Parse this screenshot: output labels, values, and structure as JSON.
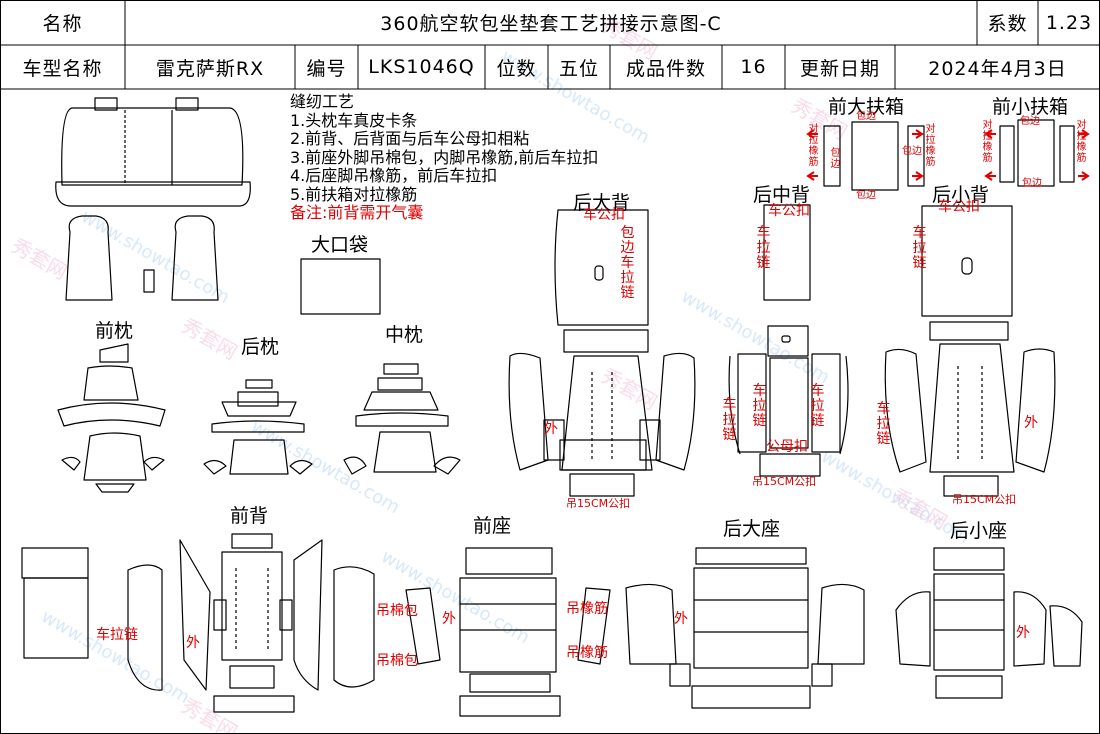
{
  "header": {
    "name_label": "名称",
    "title": "360航空软包坐垫套工艺拼接示意图-C",
    "coef_label": "系数",
    "coef_value": "1.23",
    "model_label": "车型名称",
    "model_value": "雷克萨斯RX",
    "code_label": "编号",
    "code_value": "LKS1046Q",
    "seats_label": "位数",
    "seats_value": "五位",
    "pieces_label": "成品件数",
    "pieces_value": "16",
    "date_label": "更新日期",
    "date_value": "2024年4月3日"
  },
  "notes": {
    "title": "缝纫工艺",
    "items": [
      "1.头枕车真皮卡条",
      "2.前背、后背面与后车公母扣相粘",
      "3.前座外脚吊棉包，内脚吊橡筋,前后车拉扣",
      "4.后座脚吊橡筋，前后车拉扣",
      "5.前扶箱对拉橡筋"
    ],
    "remark": "备注:前背需开气囊"
  },
  "sections": {
    "front_big_armrest": "前大扶箱",
    "front_small_armrest": "前小扶箱",
    "rear_mid_back": "后中背",
    "rear_big_back": "后大背",
    "rear_small_back": "后小背",
    "big_pocket": "大口袋",
    "front_pillow": "前枕",
    "rear_pillow": "后枕",
    "mid_pillow": "中枕",
    "front_back": "前背",
    "front_seat": "前座",
    "rear_big_seat": "后大座",
    "rear_small_seat": "后小座"
  },
  "annotations": {
    "pull_elastic": "对拉橡筋",
    "binding": "包边",
    "car_zip": "车拉链",
    "car_buckle": "车公扣",
    "binding_car_zip": "包边车拉链",
    "snap_buckle": "公母扣",
    "hang_buckle": "吊15CM公扣",
    "hang_cotton": "吊棉包",
    "hang_elastic": "吊橡筋",
    "outer": "外"
  },
  "watermark": {
    "site_cn": "秀套网",
    "site": "www.showtao.com"
  },
  "colors": {
    "annotation_red": "#e00000",
    "line": "#000000",
    "watermark_blue": "#9fc7f0"
  }
}
